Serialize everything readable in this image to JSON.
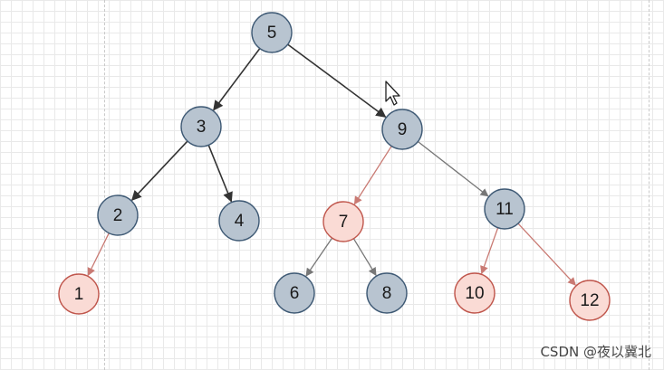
{
  "colors": {
    "normal_fill": "#b8c4d0",
    "normal_stroke": "#3f5a75",
    "red_fill": "#fadbd5",
    "red_stroke": "#c0574d",
    "black_edge": "#333333",
    "red_edge": "#c97a73",
    "grey_edge": "#777777"
  },
  "nodes": [
    {
      "id": "n5",
      "label": "5",
      "color": "normal"
    },
    {
      "id": "n3",
      "label": "3",
      "color": "normal"
    },
    {
      "id": "n9",
      "label": "9",
      "color": "normal"
    },
    {
      "id": "n2",
      "label": "2",
      "color": "normal"
    },
    {
      "id": "n4",
      "label": "4",
      "color": "normal"
    },
    {
      "id": "n7",
      "label": "7",
      "color": "red"
    },
    {
      "id": "n11",
      "label": "11",
      "color": "normal"
    },
    {
      "id": "n1",
      "label": "1",
      "color": "red"
    },
    {
      "id": "n6",
      "label": "6",
      "color": "normal"
    },
    {
      "id": "n8",
      "label": "8",
      "color": "normal"
    },
    {
      "id": "n10",
      "label": "10",
      "color": "red"
    },
    {
      "id": "n12",
      "label": "12",
      "color": "red"
    }
  ],
  "edges": [
    {
      "from": "n5",
      "to": "n3",
      "style": "black"
    },
    {
      "from": "n5",
      "to": "n9",
      "style": "black"
    },
    {
      "from": "n3",
      "to": "n2",
      "style": "black"
    },
    {
      "from": "n3",
      "to": "n4",
      "style": "black"
    },
    {
      "from": "n9",
      "to": "n7",
      "style": "red"
    },
    {
      "from": "n9",
      "to": "n11",
      "style": "grey"
    },
    {
      "from": "n2",
      "to": "n1",
      "style": "red"
    },
    {
      "from": "n7",
      "to": "n6",
      "style": "grey"
    },
    {
      "from": "n7",
      "to": "n8",
      "style": "grey"
    },
    {
      "from": "n11",
      "to": "n10",
      "style": "red"
    },
    {
      "from": "n11",
      "to": "n12",
      "style": "red"
    }
  ],
  "watermark": "CSDN @夜以冀北"
}
